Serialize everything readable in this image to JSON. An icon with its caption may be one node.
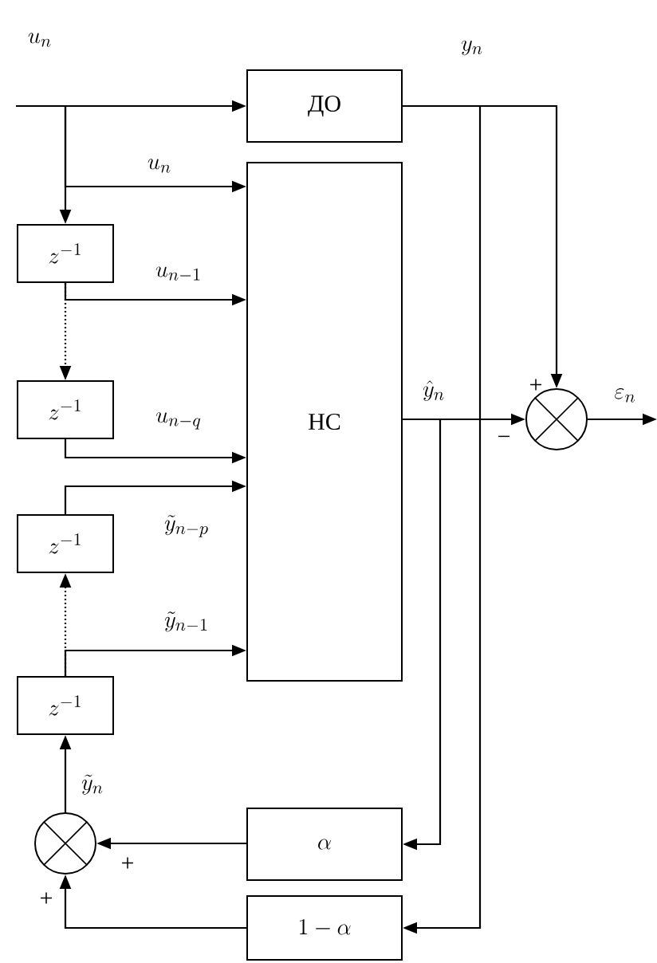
{
  "diagram": {
    "nodes": [
      {
        "text": [
          "ДО"
        ]
      },
      {
        "text": [
          "НС"
        ]
      },
      {
        "text": [
          "z^{-1}"
        ]
      },
      {
        "text": [
          "z^{-1}"
        ]
      },
      {
        "text": [
          "z^{-1}"
        ]
      },
      {
        "text": [
          "z^{-1}"
        ]
      },
      {
        "text": [],
        "shape": "circle"
      },
      {
        "text": [],
        "shape": "circle"
      },
      {
        "text": [
          "\\alpha"
        ]
      },
      {
        "text": [
          "1-\\alpha"
        ]
      }
    ],
    "edges": [
      {
        "from": null,
        "to": 0,
        "arrow": "to",
        "label": "u_n"
      },
      {
        "from": null,
        "to": 1,
        "arrow": "to",
        "label": "u_n"
      },
      {
        "from": null,
        "to": 2,
        "arrow": "to"
      },
      {
        "from": 2,
        "to": 1,
        "arrow": "to",
        "label": "u_{n-1}"
      },
      {
        "from": 2,
        "to": 3,
        "arrow": "to",
        "style": "dashed"
      },
      {
        "from": 3,
        "to": 1,
        "arrow": "to",
        "label": "u_{n-q}"
      },
      {
        "from": 4,
        "to": 1,
        "arrow": "to",
        "label": "\\tilde{y}_{n-p}"
      },
      {
        "from": 5,
        "to": 1,
        "arrow": "to",
        "label": "\\tilde{y}_{n-1}"
      },
      {
        "from": 5,
        "to": 4,
        "arrow": "to",
        "style": "dashed"
      },
      {
        "from": 7,
        "to": 5,
        "arrow": "to",
        "label": "\\tilde{y}_n"
      },
      {
        "from": 0,
        "to": 6,
        "arrow": "to",
        "label": "y_n"
      },
      {
        "from": 0,
        "to": 9,
        "arrow": "to"
      },
      {
        "from": 1,
        "to": 6,
        "arrow": "to",
        "label": "\\hat{y}_n"
      },
      {
        "from": 1,
        "to": 8,
        "arrow": "to"
      },
      {
        "from": 6,
        "to": null,
        "arrow": "to",
        "label": "\\varepsilon_n"
      },
      {
        "from": 8,
        "to": 7,
        "arrow": "to"
      },
      {
        "from": 9,
        "to": 7,
        "arrow": "to"
      }
    ],
    "labels": [
      "+",
      "−",
      "+",
      "+"
    ]
  }
}
